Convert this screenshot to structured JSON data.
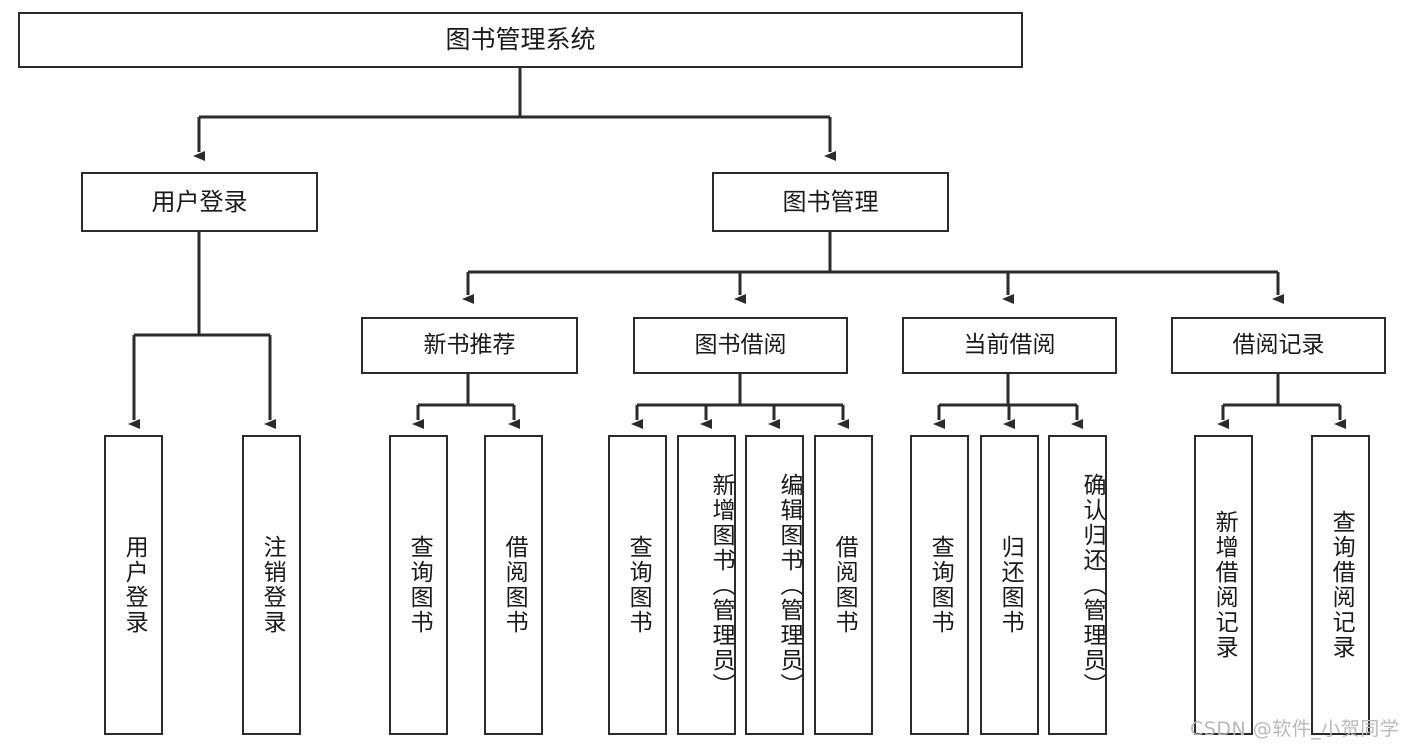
{
  "diagram": {
    "title": "图书管理系统",
    "type": "功能结构图",
    "stroke_color": "#2b2b2b",
    "fill_color": "#ffffff",
    "text_color": "#1a1a1a",
    "watermark_color": "#b9b9b9"
  },
  "watermark": {
    "text": "CSDN @软件_小贺同学"
  },
  "nodes": {
    "root": {
      "label": "图书管理系统"
    },
    "level2": [
      {
        "label": "用户登录"
      },
      {
        "label": "图书管理"
      }
    ],
    "level3": [
      {
        "label": "新书推荐"
      },
      {
        "label": "图书借阅"
      },
      {
        "label": "当前借阅"
      },
      {
        "label": "借阅记录"
      }
    ],
    "leaves": {
      "user_login": [
        {
          "label": "用户登录"
        },
        {
          "label": "注销登录"
        }
      ],
      "new_book_recommend": [
        {
          "label": "查询图书"
        },
        {
          "label": "借阅图书"
        }
      ],
      "book_borrow": [
        {
          "label": "查询图书"
        },
        {
          "label": "新增图书（管理员）"
        },
        {
          "label": "编辑图书（管理员）"
        },
        {
          "label": "借阅图书"
        }
      ],
      "current_borrow": [
        {
          "label": "查询图书"
        },
        {
          "label": "归还图书"
        },
        {
          "label": "确认归还（管理员）"
        }
      ],
      "borrow_records": [
        {
          "label": "新增借阅记录"
        },
        {
          "label": "查询借阅记录"
        }
      ]
    }
  },
  "tree": {
    "图书管理系统": [
      "用户登录",
      "图书管理"
    ],
    "用户登录": [
      "用户登录",
      "注销登录"
    ],
    "图书管理": [
      "新书推荐",
      "图书借阅",
      "当前借阅",
      "借阅记录"
    ],
    "新书推荐": [
      "查询图书",
      "借阅图书"
    ],
    "图书借阅": [
      "查询图书",
      "新增图书（管理员）",
      "编辑图书（管理员）",
      "借阅图书"
    ],
    "当前借阅": [
      "查询图书",
      "归还图书",
      "确认归还（管理员）"
    ],
    "借阅记录": [
      "新增借阅记录",
      "查询借阅记录"
    ]
  }
}
